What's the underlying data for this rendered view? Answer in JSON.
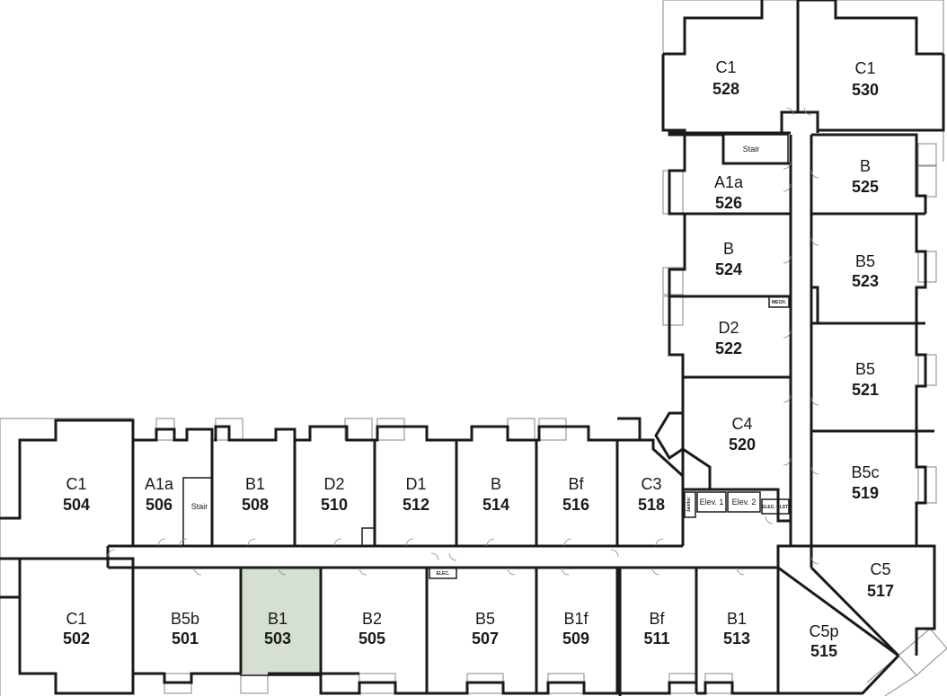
{
  "floor": {
    "highlight_color": "#d6e0d2",
    "wall_color": "#1a1a1a",
    "highlighted_unit": "503",
    "units": [
      {
        "type": "C1",
        "number": "504"
      },
      {
        "type": "A1a",
        "number": "506"
      },
      {
        "type": "B1",
        "number": "508"
      },
      {
        "type": "D2",
        "number": "510"
      },
      {
        "type": "D1",
        "number": "512"
      },
      {
        "type": "B",
        "number": "514"
      },
      {
        "type": "Bf",
        "number": "516"
      },
      {
        "type": "C3",
        "number": "518"
      },
      {
        "type": "C1",
        "number": "502"
      },
      {
        "type": "B5b",
        "number": "501"
      },
      {
        "type": "B1",
        "number": "503"
      },
      {
        "type": "B2",
        "number": "505"
      },
      {
        "type": "B5",
        "number": "507"
      },
      {
        "type": "B1f",
        "number": "509"
      },
      {
        "type": "Bf",
        "number": "511"
      },
      {
        "type": "B1",
        "number": "513"
      },
      {
        "type": "C5p",
        "number": "515"
      },
      {
        "type": "C5",
        "number": "517"
      },
      {
        "type": "B5c",
        "number": "519"
      },
      {
        "type": "C4",
        "number": "520"
      },
      {
        "type": "B5",
        "number": "521"
      },
      {
        "type": "D2",
        "number": "522"
      },
      {
        "type": "B5",
        "number": "523"
      },
      {
        "type": "B",
        "number": "524"
      },
      {
        "type": "B",
        "number": "525"
      },
      {
        "type": "A1a",
        "number": "526"
      },
      {
        "type": "C1",
        "number": "528"
      },
      {
        "type": "C1",
        "number": "530"
      }
    ],
    "utilities": {
      "stair_west": "Stair",
      "stair_north": "Stair",
      "elev1": "Elev. 1",
      "elev2": "Elev. 2",
      "elec_clst": "ELEC. CLST.",
      "elec": "ELEC.",
      "mech": "MECH.",
      "janitor": "Janitor"
    }
  }
}
